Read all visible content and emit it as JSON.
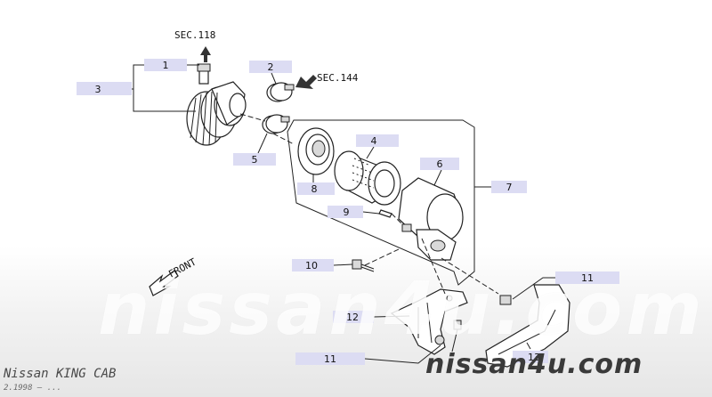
{
  "callouts": [
    {
      "id": "c1",
      "label": "1"
    },
    {
      "id": "c2",
      "label": "2"
    },
    {
      "id": "c3",
      "label": "3"
    },
    {
      "id": "c4",
      "label": "4"
    },
    {
      "id": "c5",
      "label": "5"
    },
    {
      "id": "c6",
      "label": "6"
    },
    {
      "id": "c7",
      "label": "7"
    },
    {
      "id": "c8",
      "label": "8"
    },
    {
      "id": "c9",
      "label": "9"
    },
    {
      "id": "c10",
      "label": "10"
    },
    {
      "id": "c11a",
      "label": "11"
    },
    {
      "id": "c11b",
      "label": "11"
    },
    {
      "id": "c12",
      "label": "12"
    },
    {
      "id": "c13",
      "label": "13"
    }
  ],
  "references": {
    "sec118": "SEC.118",
    "sec144": "SEC.144",
    "front": "FRONT"
  },
  "watermark": {
    "large": "nissan4u.com",
    "small": "nissan4u.com"
  },
  "footer": {
    "model": "Nissan KING CAB",
    "date": "2.1998 — ..."
  }
}
